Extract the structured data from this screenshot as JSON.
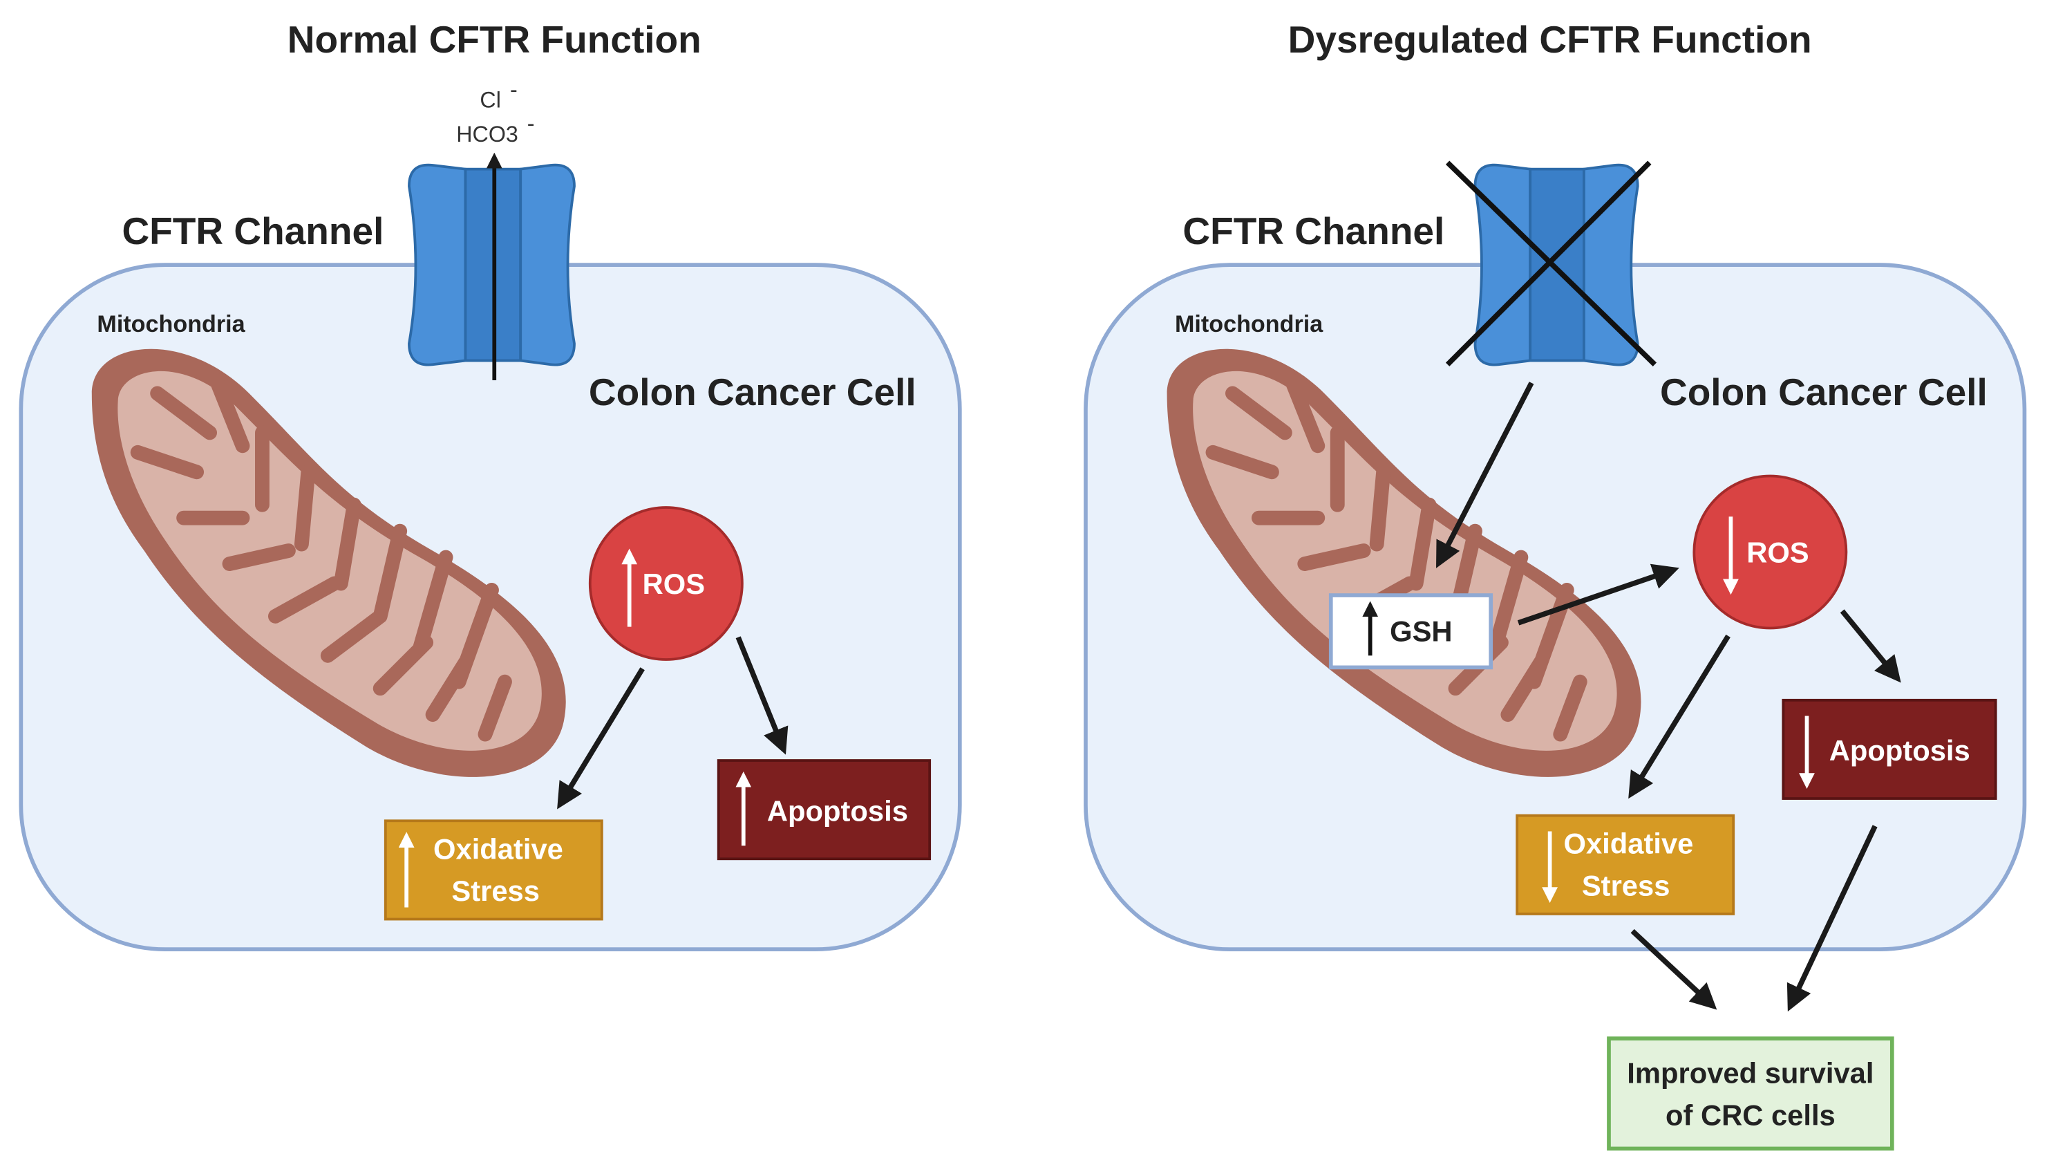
{
  "panels": [
    {
      "title": "Normal CFTR Function",
      "channel_label": "CFTR Channel",
      "cell_label": "Colon Cancer Cell",
      "mitochondria_label": "Mitochondria",
      "ions": [
        "Cl",
        "HCO3"
      ],
      "ros": {
        "label": "ROS",
        "arrow": "up"
      },
      "oxidative_stress": {
        "line1": "Oxidative",
        "line2": "Stress",
        "arrow": "up"
      },
      "apoptosis": {
        "label": "Apoptosis",
        "arrow": "up"
      }
    },
    {
      "title": "Dysregulated CFTR Function",
      "channel_label": "CFTR Channel",
      "cell_label": "Colon Cancer Cell",
      "mitochondria_label": "Mitochondria",
      "gsh": {
        "label": "GSH",
        "arrow": "up"
      },
      "ros": {
        "label": "ROS",
        "arrow": "down"
      },
      "oxidative_stress": {
        "line1": "Oxidative",
        "line2": "Stress",
        "arrow": "down"
      },
      "apoptosis": {
        "label": "Apoptosis",
        "arrow": "down"
      },
      "outcome": {
        "line1": "Improved survival",
        "line2": "of CRC cells"
      }
    }
  ],
  "colors": {
    "cell_fill": "#e9f1fb",
    "cell_stroke": "#8fa9d3",
    "channel": "#4a90d9",
    "mito_outer": "#a9685a",
    "mito_inner": "#d9b3a8",
    "ros": "#d94343",
    "oxidative": "#d69a24",
    "apoptosis": "#7d1f1f",
    "outcome_fill": "#e3f2dc",
    "outcome_stroke": "#6fb35a"
  }
}
